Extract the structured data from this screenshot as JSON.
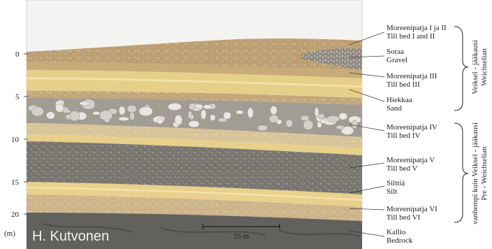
{
  "depth_axis": {
    "unit": "(m)",
    "ticks": [
      "0",
      "5",
      "10",
      "15",
      "20"
    ]
  },
  "scale_bar": "25 m",
  "credit": "H. Kutvonen",
  "layers": [
    {
      "fi": "Moreenipatja I ja II",
      "en": "Till bed I and II"
    },
    {
      "fi": "Soraa",
      "en": "Gravel"
    },
    {
      "fi": "Moreenipatja III",
      "en": "Till bed III"
    },
    {
      "fi": "Hiekkaa",
      "en": "Sand"
    },
    {
      "fi": "Moreenipatja IV",
      "en": "Till bed IV"
    },
    {
      "fi": "Moreenipatja V",
      "en": "Till bed V"
    },
    {
      "fi": "Silttiä",
      "en": "Silt"
    },
    {
      "fi": "Moreenipatja VI",
      "en": "Till bed VI"
    },
    {
      "fi": "Kallio",
      "en": "Bedrock"
    }
  ],
  "periods": [
    {
      "line1": "Veiksel - jääkausi",
      "line2": "Weichselian"
    },
    {
      "line1": "vanhempi kuin Veiksel - jääkausi",
      "line2": "Pre - Weichselian"
    }
  ],
  "colors": {
    "sky": "#f2f2f0",
    "till_brown": "#b89a70",
    "sand_yellow": "#e8d08a",
    "gravel_grey": "#9c9890",
    "till_grey": "#77746f",
    "bedrock": "#5e5d5b"
  }
}
